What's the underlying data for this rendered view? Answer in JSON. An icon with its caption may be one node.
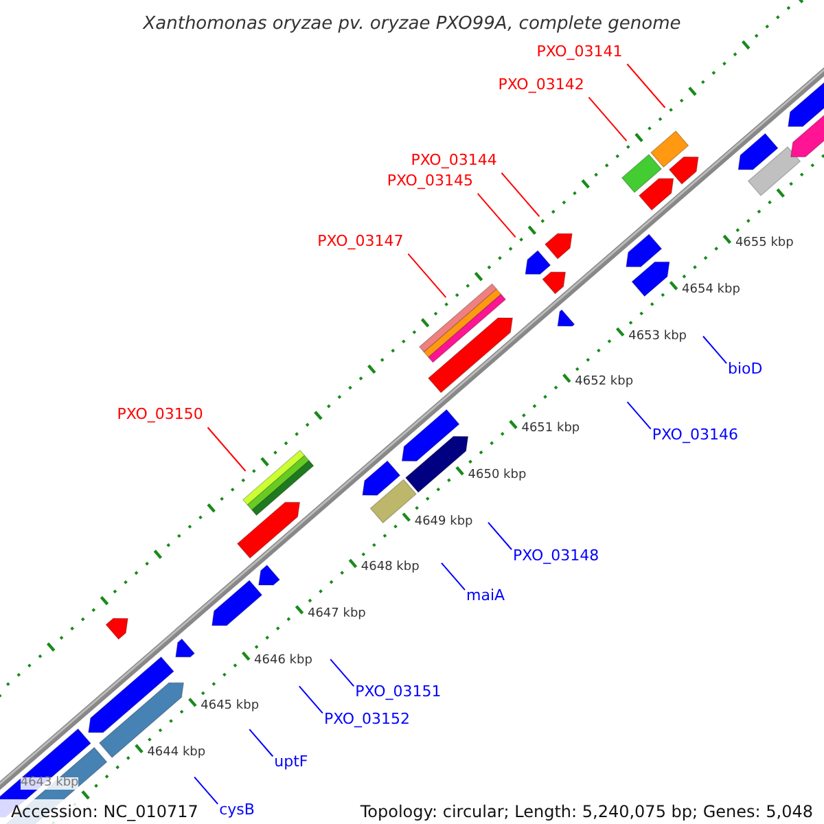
{
  "diagram": {
    "title": "Xanthomonas oryzae pv. oryzae PXO99A, complete genome",
    "nodes": [
      {
        "text": [
          "PXO_03141"
        ]
      },
      {
        "text": [
          "PXO_03142"
        ]
      },
      {
        "text": [
          "PXO_03144"
        ]
      },
      {
        "text": [
          "PXO_03145"
        ]
      },
      {
        "text": [
          "PXO_03147"
        ]
      },
      {
        "text": [
          "bioD"
        ]
      },
      {
        "text": [
          "PXO_03146"
        ]
      },
      {
        "text": [
          "PXO_03150"
        ]
      },
      {
        "text": [
          "PXO_03148"
        ]
      },
      {
        "text": [
          "maiA"
        ]
      },
      {
        "text": [
          "PXO_03151"
        ]
      },
      {
        "text": [
          "PXO_03152"
        ]
      },
      {
        "text": [
          "uptF"
        ]
      },
      {
        "text": [
          "cysB"
        ]
      }
    ],
    "edges": [
      {
        "from": 0,
        "to": null,
        "arrow": "none",
        "color": "#ff0000"
      },
      {
        "from": 1,
        "to": null,
        "arrow": "none",
        "color": "#ff0000"
      },
      {
        "from": 2,
        "to": null,
        "arrow": "none",
        "color": "#ff0000"
      },
      {
        "from": 3,
        "to": null,
        "arrow": "none",
        "color": "#ff0000"
      },
      {
        "from": 4,
        "to": null,
        "arrow": "none",
        "color": "#ff0000"
      },
      {
        "from": 5,
        "to": null,
        "arrow": "none"
      },
      {
        "from": 6,
        "to": null,
        "arrow": "none"
      },
      {
        "from": 7,
        "to": null,
        "arrow": "none",
        "color": "#ff0000"
      },
      {
        "from": 8,
        "to": null,
        "arrow": "none"
      },
      {
        "from": 9,
        "to": null,
        "arrow": "none"
      },
      {
        "from": 10,
        "to": null,
        "arrow": "none"
      },
      {
        "from": 11,
        "to": null,
        "arrow": "none"
      },
      {
        "from": 12,
        "to": null,
        "arrow": "none"
      },
      {
        "from": 13,
        "to": null,
        "arrow": "none"
      }
    ],
    "labels": [
      "4655 kbp",
      "4654 kbp",
      "4653 kbp",
      "4652 kbp",
      "4651 kbp",
      "4650 kbp",
      "4649 kbp",
      "4648 kbp",
      "4647 kbp",
      "4646 kbp",
      "4645 kbp",
      "4644 kbp",
      "4643 kbp",
      "Accession: NC_010717",
      "Topology: circular; Length: 5,240,075 bp; Genes: 5,048"
    ]
  }
}
